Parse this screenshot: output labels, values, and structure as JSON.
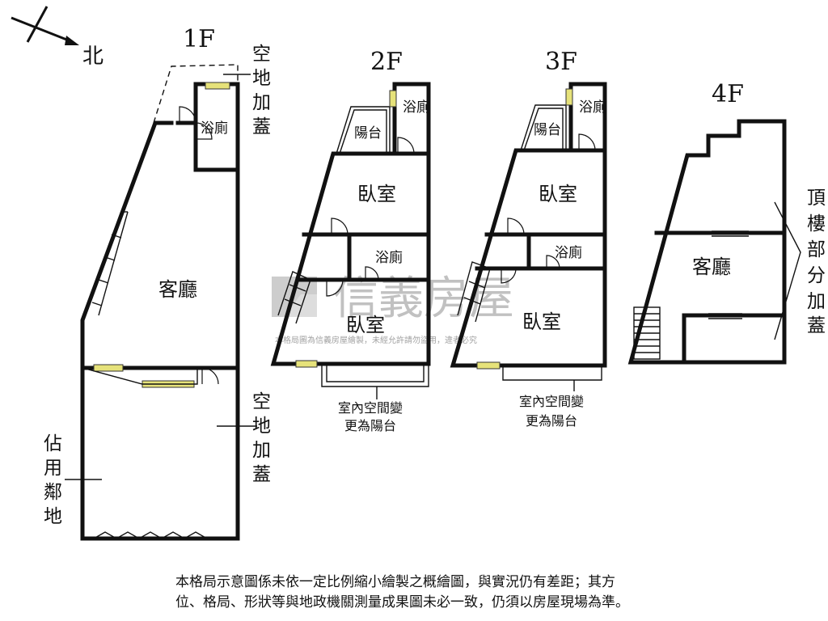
{
  "north_label": "北",
  "floors": [
    {
      "label": "1F",
      "rooms": {
        "toilet": "浴廁",
        "living": "客廳"
      }
    },
    {
      "label": "2F",
      "rooms": {
        "balcony": "陽台",
        "toilet_top": "浴廁",
        "bedroom1": "臥室",
        "toilet_mid": "浴廁",
        "bedroom2": "臥室"
      },
      "note": [
        "室內空間變",
        "更為陽台"
      ]
    },
    {
      "label": "3F",
      "rooms": {
        "balcony": "陽台",
        "toilet_top": "浴廁",
        "bedroom1": "臥室",
        "toilet_mid": "浴廁",
        "bedroom2": "臥室"
      },
      "note": [
        "室內空間變",
        "更為陽台"
      ]
    },
    {
      "label": "4F",
      "rooms": {
        "living": "客廳"
      }
    }
  ],
  "side_notes": {
    "vacant_top": [
      "空",
      "地",
      "加",
      "蓋"
    ],
    "vacant_mid": [
      "空",
      "地",
      "加",
      "蓋"
    ],
    "occupy_neighbor": [
      "佔",
      "用",
      "鄰",
      "地"
    ],
    "rooftop_addition": [
      "頂",
      "樓",
      "部",
      "分",
      "加",
      "蓋"
    ]
  },
  "watermark": {
    "brand": "信義房屋",
    "notice": "本格局圖為信義房屋繪製，未經允許請勿盜用，違者必究"
  },
  "disclaimer": [
    "本格局示意圖係未依一定比例縮小繪製之概繪圖，與實況仍有差距；其方",
    "位、格局、形狀等與地政機關測量成果圖未必一致，仍須以房屋現場為準。"
  ]
}
